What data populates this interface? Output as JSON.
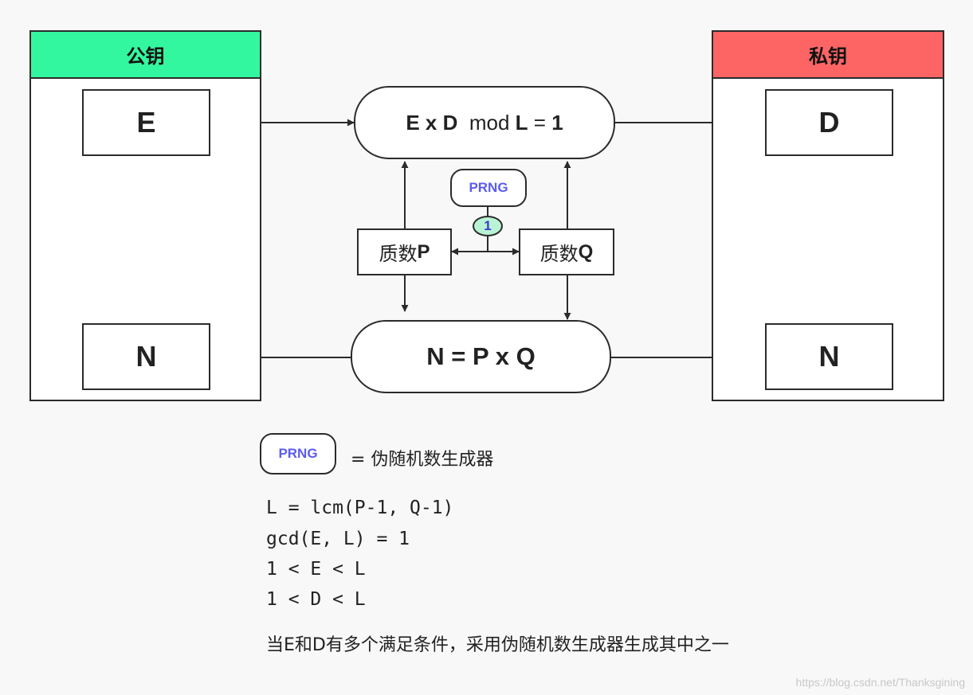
{
  "public_key": {
    "title": "公钥",
    "e": "E",
    "n": "N"
  },
  "private_key": {
    "title": "私钥",
    "d": "D",
    "n": "N"
  },
  "relation": {
    "e": "E",
    "x1": "x",
    "d": "D",
    "mod": "mod",
    "l": "L",
    "eq": "=",
    "one": "1"
  },
  "modulus": {
    "formula": "N = P x Q"
  },
  "prime_p": {
    "label": "质数",
    "var": "P"
  },
  "prime_q": {
    "label": "质数",
    "var": "Q"
  },
  "prng": {
    "label": "PRNG",
    "badge": "1"
  },
  "legend": {
    "prng_label": "PRNG",
    "prng_text": "= 伪随机数生成器"
  },
  "formulas": [
    "L = lcm(P-1, Q-1)",
    "gcd(E, L) = 1",
    "1 < E < L",
    "1 < D < L"
  ],
  "note": "当E和D有多个满足条件，采用伪随机数生成器生成其中之一",
  "watermark": "https://blog.csdn.net/Thanksgining",
  "colors": {
    "public_header": "#33f79e",
    "private_header": "#fd6565",
    "prng_text": "#5b5bf0",
    "badge_fill": "#b9f3d6"
  }
}
